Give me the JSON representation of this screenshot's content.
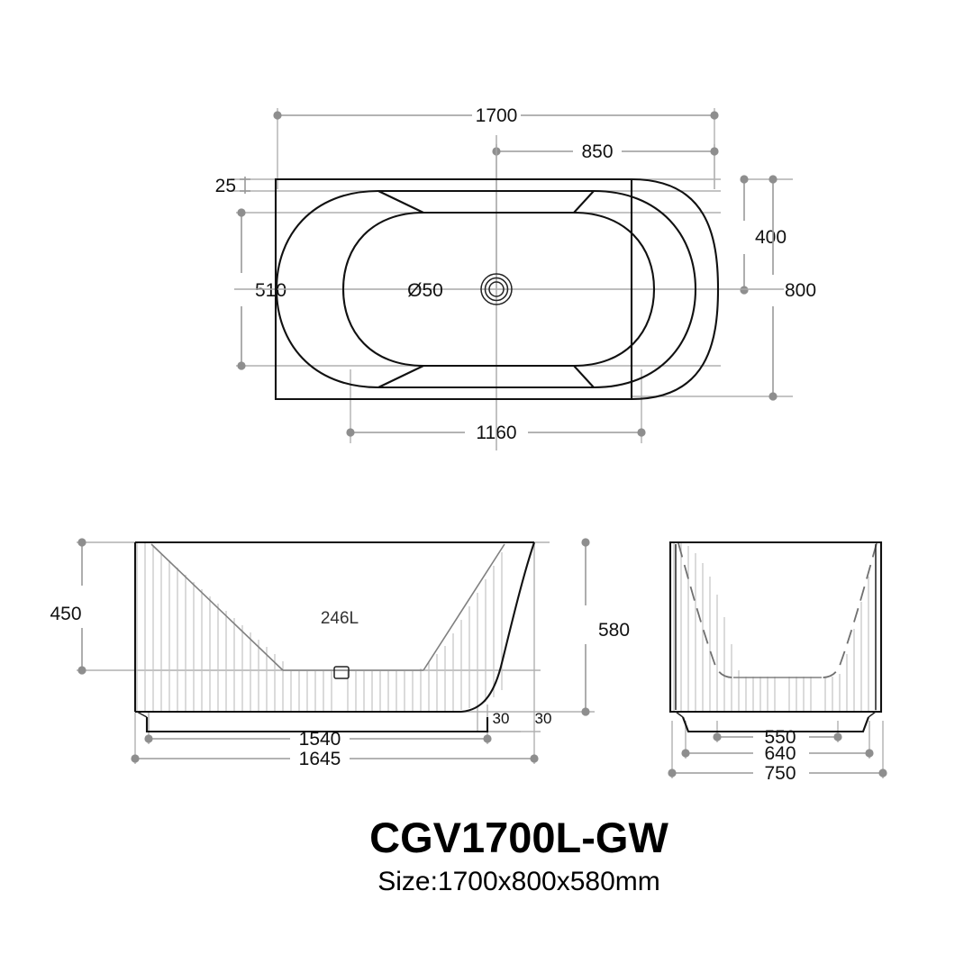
{
  "document": {
    "title": "CGV1700L-GW",
    "subtitle": "Size:1700x800x580mm"
  },
  "views": {
    "top": {
      "name": "top-view",
      "dimensions": {
        "overall_length": "1700",
        "half_length": "850",
        "rim_thickness": "25",
        "inner_width": "510",
        "inner_length": "1160",
        "drain_offset": "400",
        "overall_width": "800",
        "drain_diameter": "Ø50"
      }
    },
    "front": {
      "name": "front-elevation",
      "dimensions": {
        "inner_depth": "450",
        "overall_height": "580",
        "base_length": "1540",
        "overall_base": "1645",
        "radius_left": "30",
        "radius_right": "30"
      },
      "capacity": "246L"
    },
    "side": {
      "name": "side-elevation",
      "dimensions": {
        "base_inner": "550",
        "base_outer": "640",
        "overall_width": "750"
      }
    }
  },
  "colors": {
    "outline": "#111111",
    "dimension": "#9a9a9a",
    "flute": "#c3c3c3",
    "text": "#000000",
    "background": "#ffffff"
  }
}
